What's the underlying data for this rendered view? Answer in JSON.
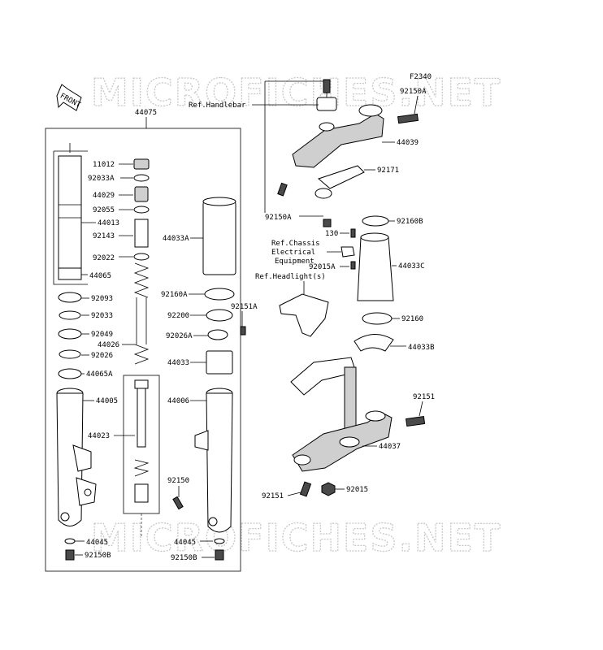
{
  "figure_code": "F2340",
  "front_arrow": "FRONT",
  "watermark": "MICROFICHES.NET",
  "assembly_label": "44075",
  "refs": {
    "handlebar": "Ref.Handlebar",
    "chassis_line1": "Ref.Chassis",
    "chassis_line2": "Electrical",
    "chassis_line3": "Equipment",
    "headlight": "Ref.Headlight(s)"
  },
  "left_parts": {
    "p11012": "11012",
    "p92033A": "92033A",
    "p44029": "44029",
    "p92055": "92055",
    "p44013": "44013",
    "p92143": "92143",
    "p92022": "92022",
    "p44065": "44065",
    "p92093": "92093",
    "p92033": "92033",
    "p92049": "92049",
    "p44026": "44026",
    "p92026": "92026",
    "p44065A": "44065A",
    "p44005": "44005",
    "p44023": "44023",
    "p44045": "44045",
    "p92150B": "92150B"
  },
  "mid_parts": {
    "p44033A": "44033A",
    "p92160A": "92160A",
    "p92151A": "92151A",
    "p92200": "92200",
    "p92026A": "92026A",
    "p44033": "44033",
    "p44006": "44006",
    "p92150": "92150",
    "p44045": "44045",
    "p92150B": "92150B"
  },
  "right_parts": {
    "p92150A_top": "92150A",
    "p44039": "44039",
    "p92171": "92171",
    "p92150A_bot": "92150A",
    "p130": "130",
    "p92160B": "92160B",
    "p92015A": "92015A",
    "p44033C": "44033C",
    "p92160": "92160",
    "p44033B": "44033B",
    "p92151_top": "92151",
    "p44037": "44037",
    "p92151_bot": "92151",
    "p92015": "92015"
  }
}
